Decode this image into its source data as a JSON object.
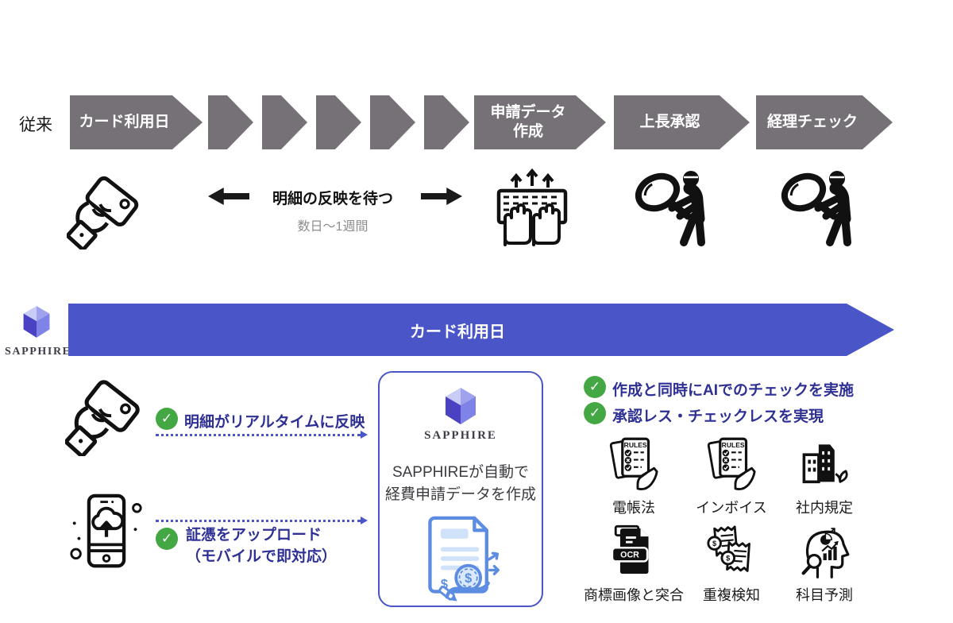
{
  "legacy": {
    "label": "従来",
    "steps": [
      "カード利用日",
      "申請データ\n作成",
      "上長承認",
      "経理チェック"
    ],
    "wait_title": "明細の反映を待つ",
    "wait_subtitle": "数日〜1週間"
  },
  "brand": {
    "name": "SAPPHIRE"
  },
  "banner": {
    "label": "カード利用日"
  },
  "flow": {
    "realtime": "明細がリアルタイムに反映",
    "upload": "証憑をアップロード\n（モバイルで即対応）"
  },
  "center_box": {
    "brand": "SAPPHIRE",
    "description": "SAPPHIREが自動で\n経費申請データを作成"
  },
  "benefits": {
    "bullet1": "作成と同時にAIでのチェックを実施",
    "bullet2": "承認レス・チェックレスを実現"
  },
  "features": [
    {
      "icon": "rules-checklist-icon",
      "label": "電帳法"
    },
    {
      "icon": "rules-checklist-icon",
      "label": "インボイス"
    },
    {
      "icon": "building-icon",
      "label": "社内規定"
    },
    {
      "icon": "ocr-document-icon",
      "label": "商標画像と突合"
    },
    {
      "icon": "receipt-duplicate-icon",
      "label": "重複検知"
    },
    {
      "icon": "head-prediction-icon",
      "label": "科目予測"
    }
  ],
  "icon_text": {
    "check": "✓",
    "rules": "RULES",
    "ocr": "OCR",
    "dollar": "$"
  },
  "colors": {
    "accent_blue": "#4a55c8",
    "navy_text": "#2e3094",
    "green_check": "#43a843",
    "step_gray": "#767077",
    "doc_blue": "#5c8de2"
  }
}
